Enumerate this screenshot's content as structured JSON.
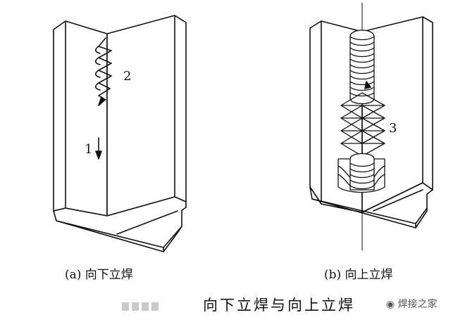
{
  "labels": {
    "label_1": "1",
    "label_2": "2",
    "label_3": "3"
  },
  "captions": {
    "a": "(a) 向下立焊",
    "b": "(b) 向上立焊"
  },
  "title": "向下立焊与向上立焊",
  "watermark": "焊接之家",
  "colors": {
    "ink": "#111111",
    "background": "#ffffff"
  },
  "icons": {
    "watermark": "wechat-icon"
  }
}
